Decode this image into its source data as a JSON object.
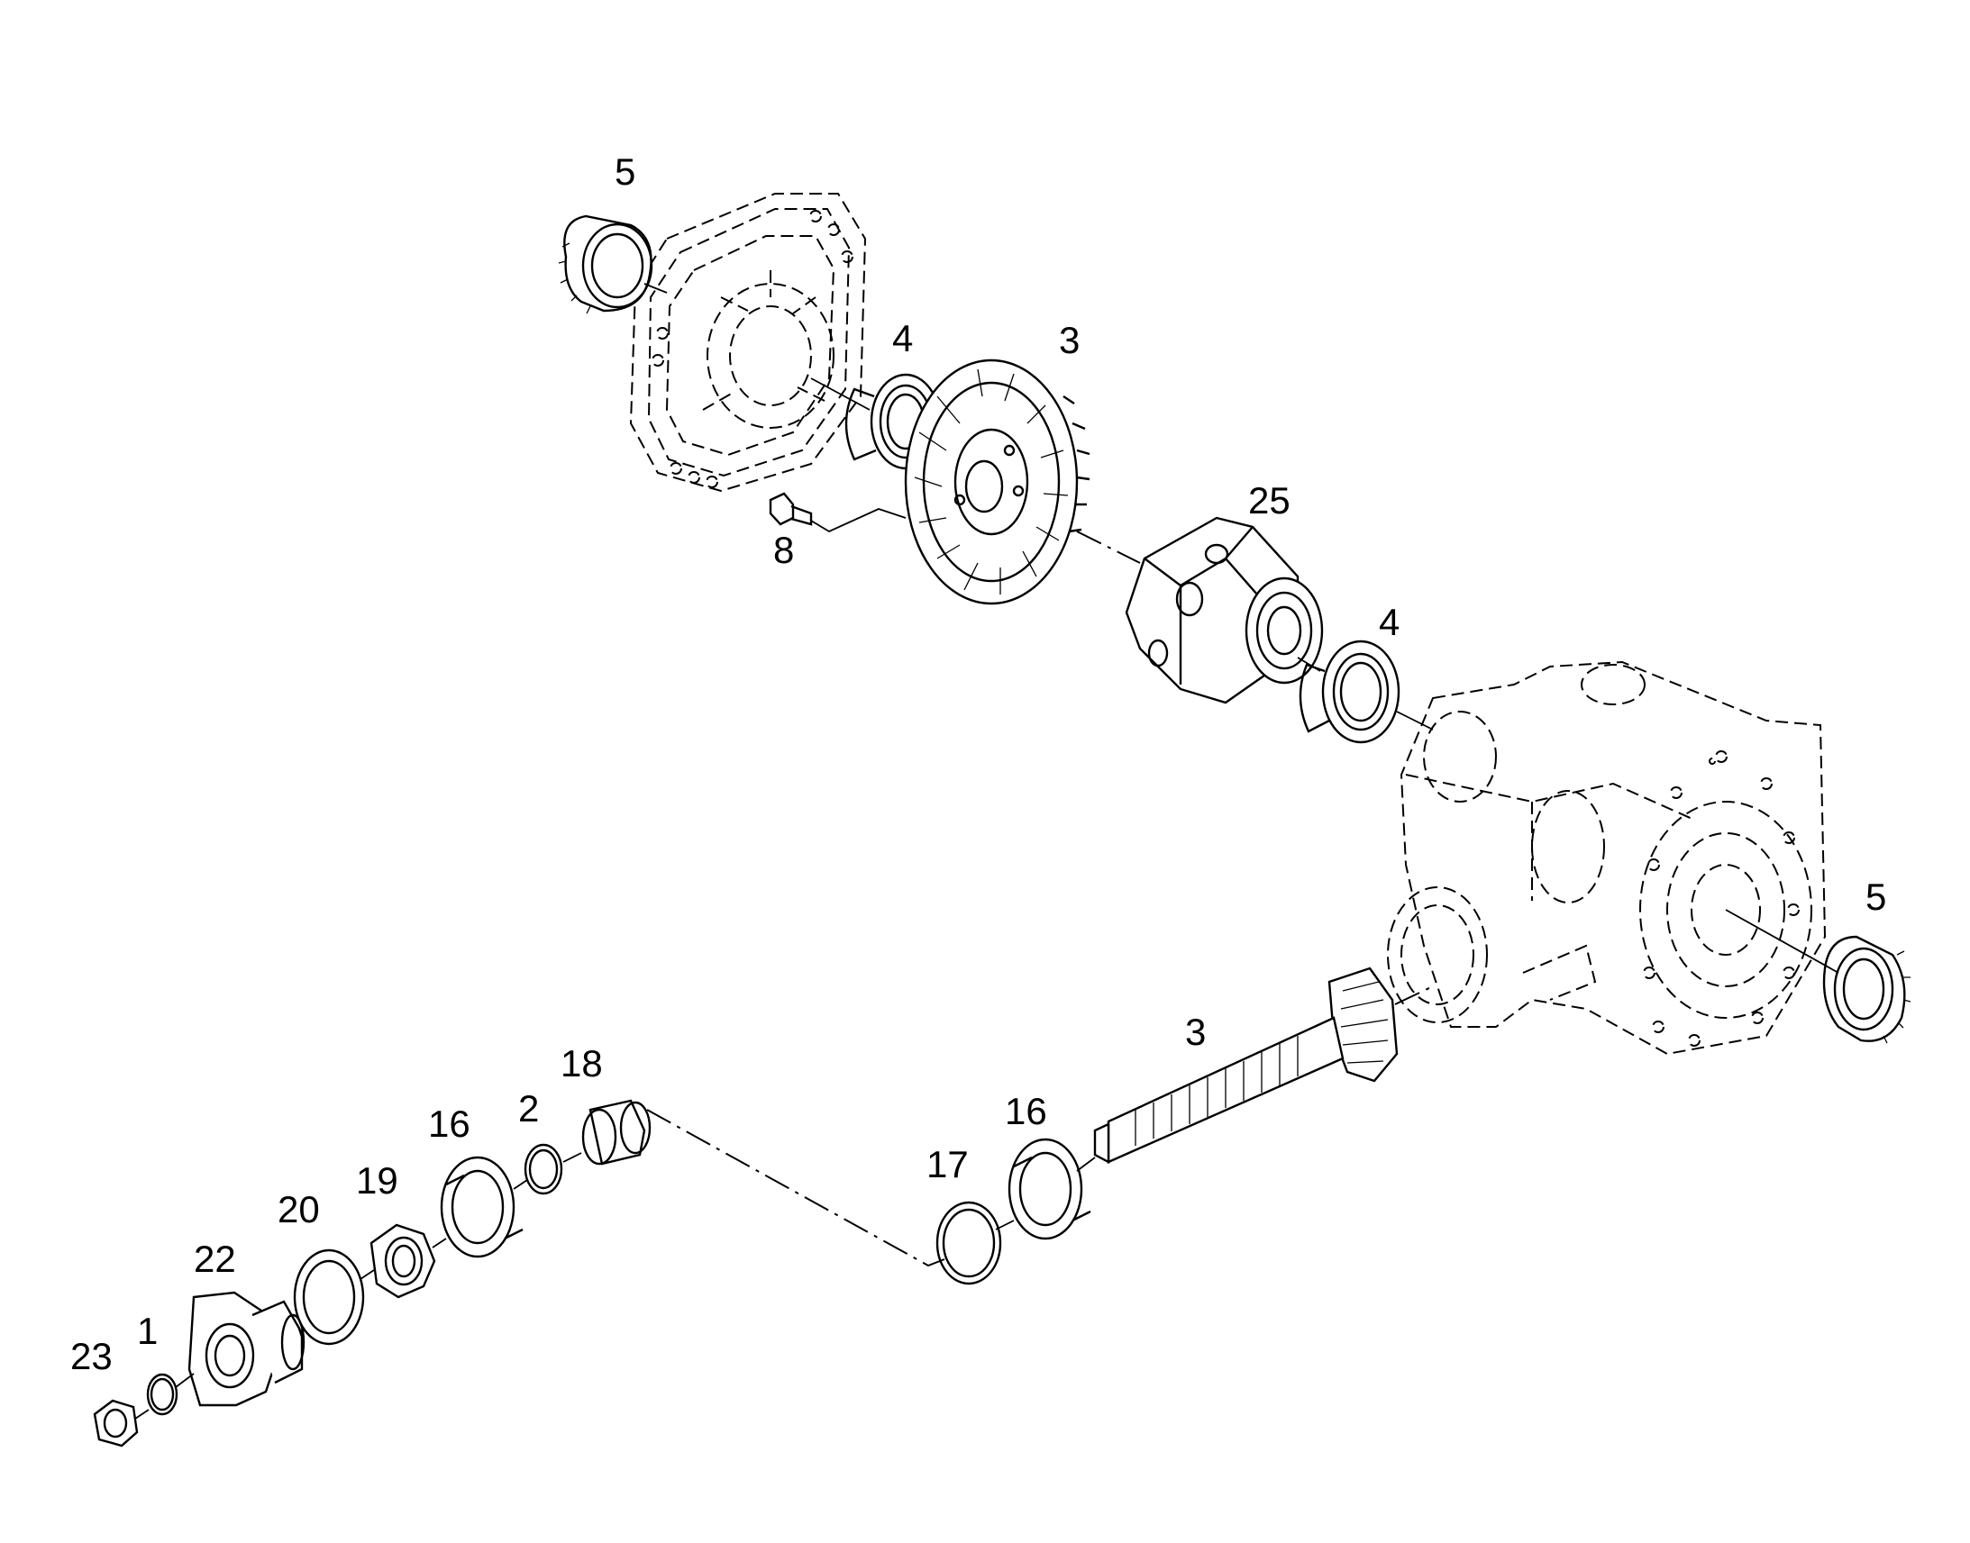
{
  "callouts": [
    {
      "id": "c5a",
      "label": "5"
    },
    {
      "id": "c4a",
      "label": "4"
    },
    {
      "id": "c3a",
      "label": "3"
    },
    {
      "id": "c8",
      "label": "8"
    },
    {
      "id": "c25",
      "label": "25"
    },
    {
      "id": "c4b",
      "label": "4"
    },
    {
      "id": "c5b",
      "label": "5"
    },
    {
      "id": "c3b",
      "label": "3"
    },
    {
      "id": "c18",
      "label": "18"
    },
    {
      "id": "c16a",
      "label": "16"
    },
    {
      "id": "c2",
      "label": "2"
    },
    {
      "id": "c16b",
      "label": "16"
    },
    {
      "id": "c17",
      "label": "17"
    },
    {
      "id": "c19",
      "label": "19"
    },
    {
      "id": "c20",
      "label": "20"
    },
    {
      "id": "c22",
      "label": "22"
    },
    {
      "id": "c1",
      "label": "1"
    },
    {
      "id": "c23",
      "label": "23"
    }
  ]
}
